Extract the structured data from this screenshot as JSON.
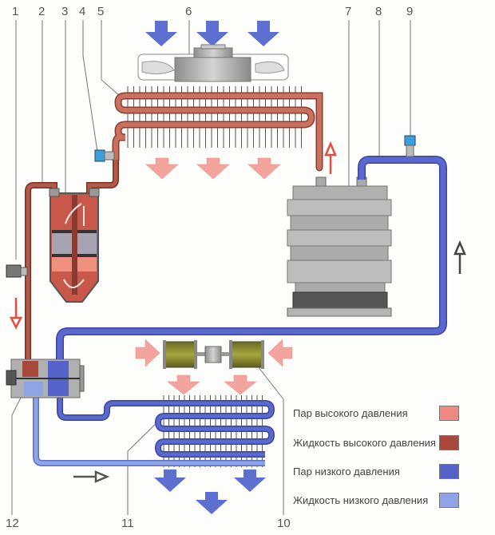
{
  "callouts": [
    "1",
    "2",
    "3",
    "4",
    "5",
    "6",
    "7",
    "8",
    "9",
    "10",
    "11",
    "12"
  ],
  "legend": [
    {
      "label": "Пар высокого давления",
      "color": "#f08a80"
    },
    {
      "label": "Жидкость высокого давления",
      "color": "#a8473a"
    },
    {
      "label": "Пар низкого давления",
      "color": "#5563c8"
    },
    {
      "label": "Жидкость низкого давления",
      "color": "#8fa4e6"
    }
  ],
  "colors": {
    "high_pressure_vapor": "#f08a80",
    "high_pressure_liquid": "#a8473a",
    "low_pressure_vapor": "#5563c8",
    "low_pressure_liquid": "#8fa4e6",
    "airflow_cold": "#5d6fcf",
    "airflow_hot": "#f3a49c",
    "metal": "#b8b8b8"
  }
}
